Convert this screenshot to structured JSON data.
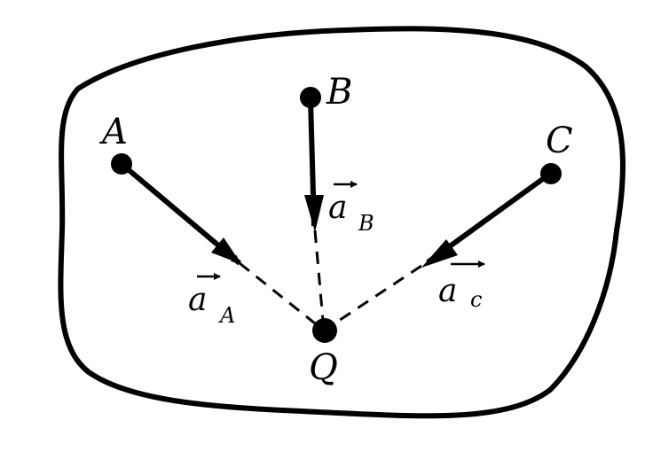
{
  "diagram": {
    "points": {
      "A": {
        "label": "A"
      },
      "B": {
        "label": "B"
      },
      "C": {
        "label": "C"
      },
      "Q": {
        "label": "Q"
      }
    },
    "vectors": {
      "aA": {
        "symbol": "a",
        "subscript": "A"
      },
      "aB": {
        "symbol": "a",
        "subscript": "B"
      },
      "aC": {
        "symbol": "a",
        "subscript": "c"
      }
    },
    "colors": {
      "ink": "#000000",
      "background": "#ffffff"
    }
  }
}
